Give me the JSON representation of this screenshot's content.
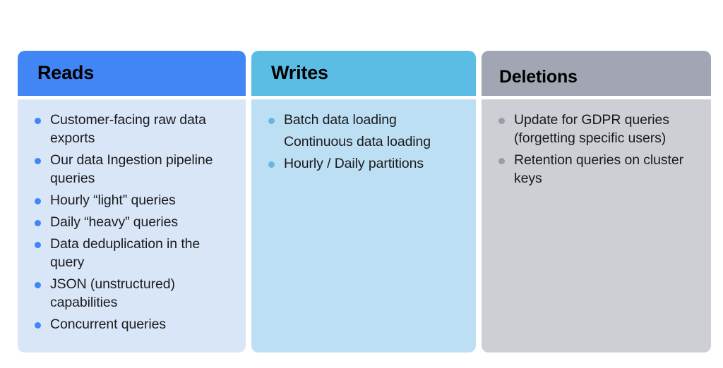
{
  "slide": {
    "background_color": "#FFFFFF",
    "columns": [
      {
        "id": "reads",
        "title": "Reads",
        "header_color": "#4285F4",
        "body_color": "#D9E6F8",
        "bullet_color": "#4285F4",
        "items": [
          {
            "text": "Customer-facing raw data exports",
            "bullet": true
          },
          {
            "text": "Our data Ingestion pipeline queries",
            "bullet": true
          },
          {
            "text": "Hourly “light” queries",
            "bullet": true
          },
          {
            "text": "Daily “heavy” queries",
            "bullet": true
          },
          {
            "text": "Data deduplication in the query",
            "bullet": true
          },
          {
            "text": "JSON (unstructured) capabilities",
            "bullet": true
          },
          {
            "text": "Concurrent queries",
            "bullet": true
          }
        ]
      },
      {
        "id": "writes",
        "title": "Writes",
        "header_color": "#5BBCE4",
        "body_color": "#BCDFF3",
        "bullet_color": "#62B8DE",
        "items": [
          {
            "text": "Batch data loading",
            "bullet": true
          },
          {
            "text": "Continuous data loading",
            "bullet": false
          },
          {
            "text": "Hourly / Daily partitions",
            "bullet": true
          }
        ]
      },
      {
        "id": "deletions",
        "title": "Deletions",
        "header_color": "#A2A5B3",
        "body_color": "#CDCFD4",
        "bullet_color": "#9A9DA9",
        "items": [
          {
            "text": "Update for GDPR queries (forgetting specific users)",
            "bullet": true
          },
          {
            "text": "Retention queries on cluster keys",
            "bullet": true
          }
        ]
      }
    ]
  }
}
